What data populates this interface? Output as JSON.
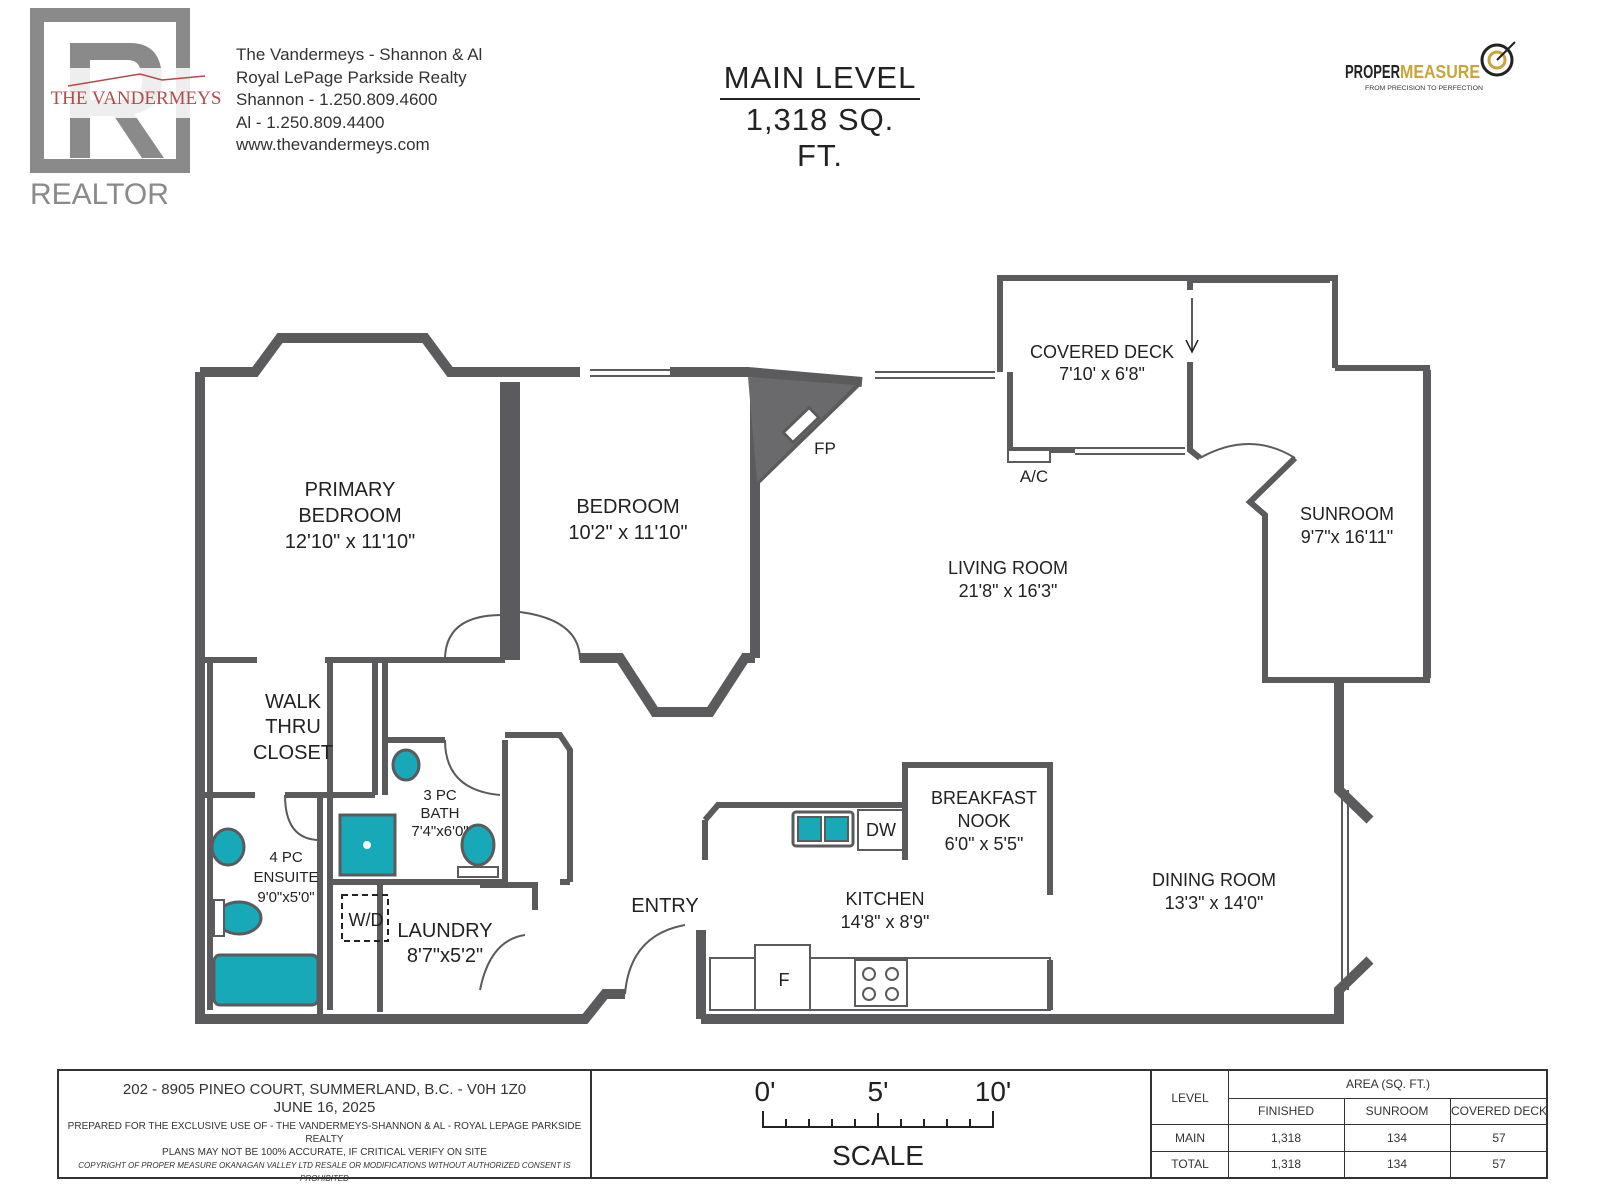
{
  "agent": {
    "logo_text": "THE VANDERMEYS",
    "realtor_label": "REALTOR",
    "name_line": "The Vandermeys - Shannon & Al",
    "brokerage": "Royal LePage Parkside Realty",
    "phone_shannon": "Shannon - 1.250.809.4600",
    "phone_al": "Al - 1.250.809.4400",
    "website": "www.thevandermeys.com"
  },
  "title": {
    "level": "MAIN LEVEL",
    "area": "1,318 SQ. FT."
  },
  "brand": {
    "name_part1": "PROPER",
    "name_part2": "MEASURE",
    "tagline": "FROM PRECISION TO PERFECTION"
  },
  "rooms": {
    "primary_bedroom": {
      "line1": "PRIMARY",
      "line2": "BEDROOM",
      "dims": "12'10\" x 11'10\""
    },
    "bedroom": {
      "name": "BEDROOM",
      "dims": "10'2\" x 11'10\""
    },
    "walk_thru_closet": {
      "line1": "WALK",
      "line2": "THRU",
      "line3": "CLOSET"
    },
    "ensuite": {
      "line1": "4 PC",
      "line2": "ENSUITE",
      "dims": "9'0\"x5'0\""
    },
    "bath": {
      "line1": "3 PC",
      "line2": "BATH",
      "dims": "7'4\"x6'0\""
    },
    "laundry": {
      "name": "LAUNDRY",
      "dims": "8'7\"x5'2\"",
      "wd_label": "W/D"
    },
    "entry": {
      "name": "ENTRY"
    },
    "covered_deck": {
      "name": "COVERED DECK",
      "dims": "7'10' x 6'8\""
    },
    "sunroom": {
      "name": "SUNROOM",
      "dims": "9'7\"x 16'11\""
    },
    "living_room": {
      "name": "LIVING ROOM",
      "dims": "21'8\" x 16'3\""
    },
    "breakfast_nook": {
      "line1": "BREAKFAST",
      "line2": "NOOK",
      "dims": "6'0\" x 5'5\""
    },
    "kitchen": {
      "name": "KITCHEN",
      "dims": "14'8\" x 8'9\""
    },
    "dining_room": {
      "name": "DINING ROOM",
      "dims": "13'3\" x 14'0\""
    }
  },
  "fixtures": {
    "fireplace": "FP",
    "ac": "A/C",
    "dishwasher": "DW",
    "fridge": "F"
  },
  "footer": {
    "address": "202 - 8905 PINEO COURT, SUMMERLAND, B.C. - V0H 1Z0",
    "date": "JUNE 16, 2025",
    "prepared_for": "PREPARED FOR THE EXCLUSIVE USE OF - THE VANDERMEYS-SHANNON & AL - ROYAL LEPAGE PARKSIDE REALTY",
    "accuracy": "PLANS MAY NOT BE 100% ACCURATE, IF CRITICAL VERIFY ON SITE",
    "copyright": "COPYRIGHT OF PROPER MEASURE OKANAGAN VALLEY LTD  RESALE OR MODIFICATIONS WITHOUT AUTHORIZED CONSENT IS PROHIBITED",
    "scale": {
      "label": "SCALE",
      "tick0": "0'",
      "tick5": "5'",
      "tick10": "10'"
    },
    "area_table": {
      "level_header": "LEVEL",
      "area_header": "AREA (SQ. FT.)",
      "columns": [
        "FINISHED",
        "SUNROOM",
        "COVERED DECK"
      ],
      "rows": [
        {
          "level": "MAIN",
          "values": [
            "1,318",
            "134",
            "57"
          ]
        },
        {
          "level": "TOTAL",
          "values": [
            "1,318",
            "134",
            "57"
          ]
        }
      ]
    }
  },
  "colors": {
    "wall": "#5b5b5d",
    "fixture_fill": "#17a9b8",
    "text": "#222222"
  }
}
